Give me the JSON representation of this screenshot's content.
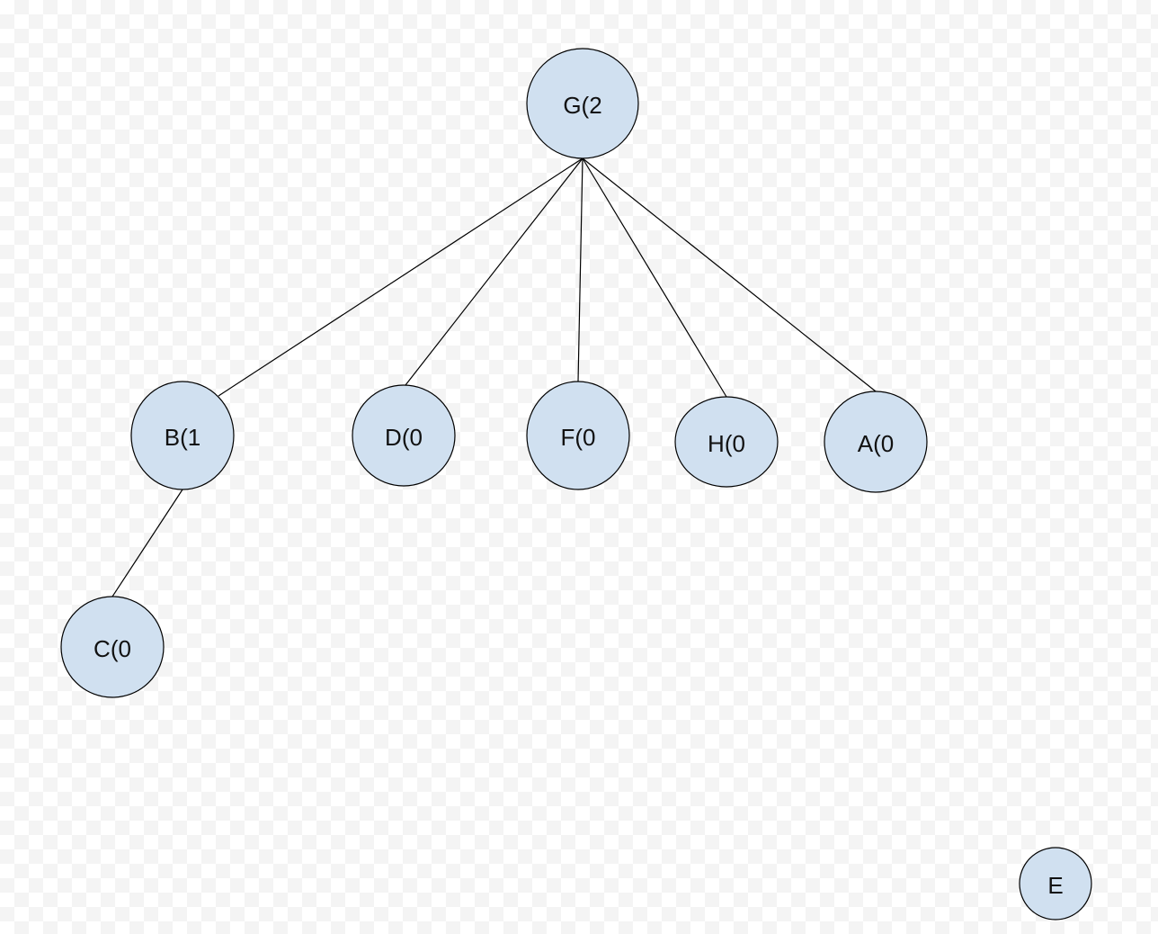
{
  "colors": {
    "node_fill": "#d0e0f0",
    "node_stroke": "#000000",
    "edge": "#000000"
  },
  "nodes": [
    {
      "id": "G",
      "label": "G(2"
    },
    {
      "id": "B",
      "label": "B(1"
    },
    {
      "id": "D",
      "label": "D(0"
    },
    {
      "id": "F",
      "label": "F(0"
    },
    {
      "id": "H",
      "label": "H(0"
    },
    {
      "id": "A",
      "label": "A(0"
    },
    {
      "id": "C",
      "label": "C(0"
    },
    {
      "id": "E",
      "label": "E"
    }
  ],
  "edges": [
    {
      "from": "G",
      "to": "B"
    },
    {
      "from": "G",
      "to": "D"
    },
    {
      "from": "G",
      "to": "F"
    },
    {
      "from": "G",
      "to": "H"
    },
    {
      "from": "G",
      "to": "A"
    },
    {
      "from": "B",
      "to": "C"
    }
  ]
}
